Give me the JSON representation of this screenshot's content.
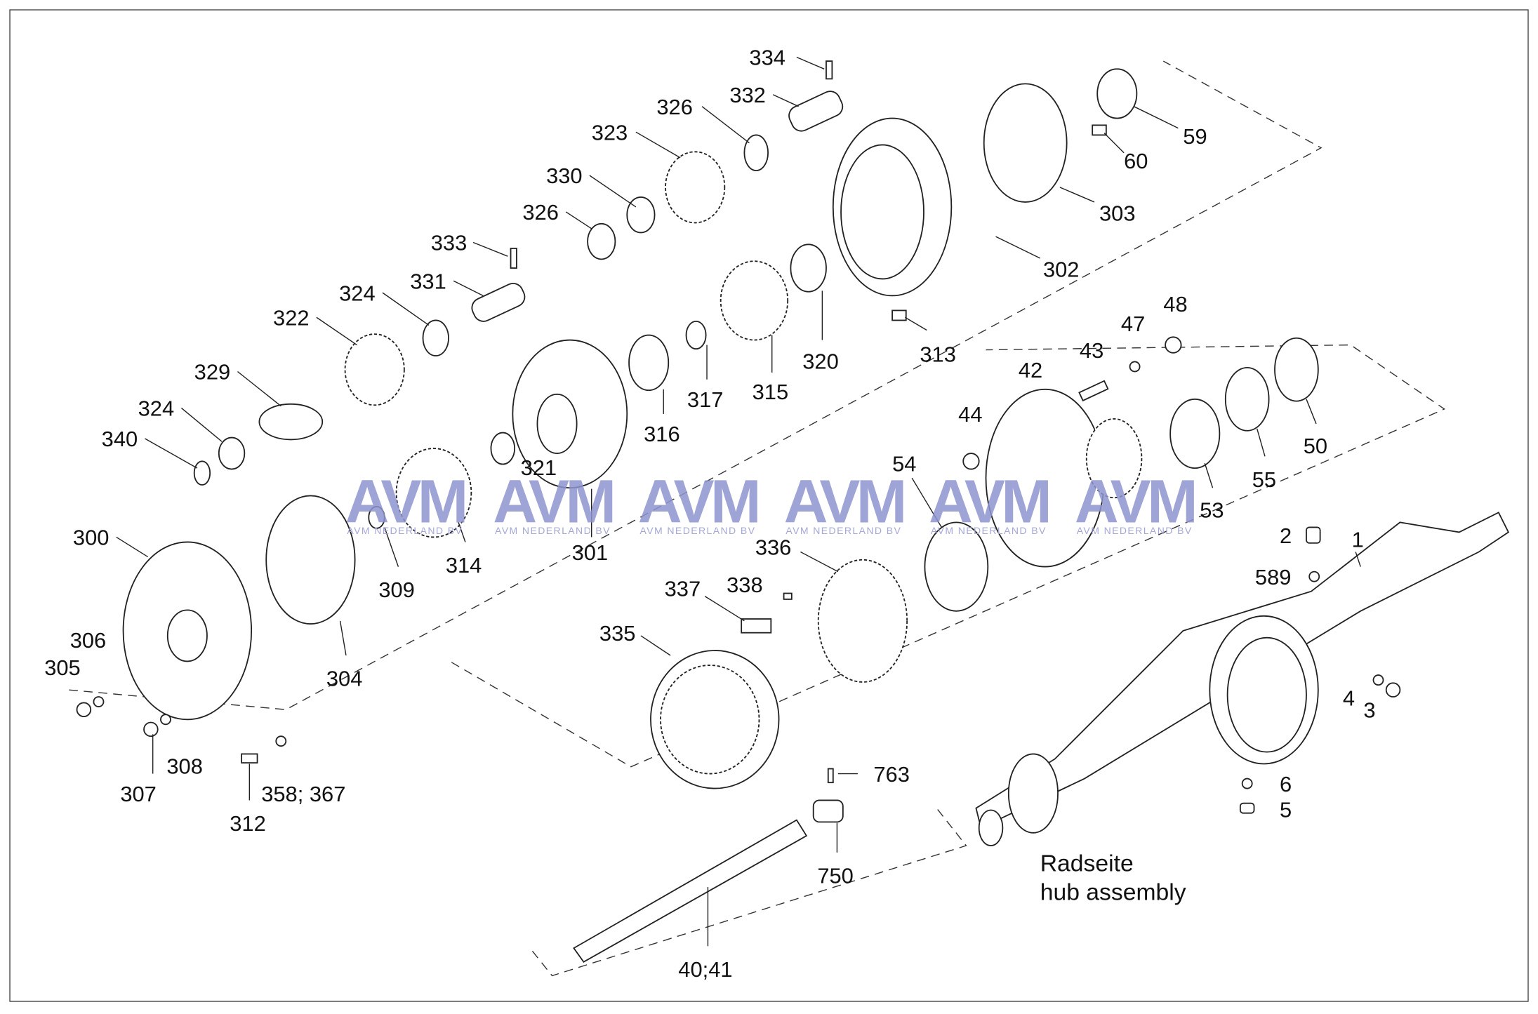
{
  "labels": [
    "334",
    "332",
    "326",
    "323",
    "330",
    "326",
    "333",
    "331",
    "324",
    "322",
    "329",
    "324",
    "340",
    "300",
    "306",
    "305",
    "307",
    "308",
    "312",
    "358; 367",
    "304",
    "309",
    "314",
    "321",
    "301",
    "316",
    "317",
    "315",
    "320",
    "313",
    "302",
    "303",
    "60",
    "59",
    "48",
    "47",
    "43",
    "42",
    "44",
    "50",
    "55",
    "53",
    "54",
    "336",
    "337",
    "338",
    "335",
    "763",
    "750",
    "40;41",
    "2",
    "1",
    "589",
    "4",
    "3",
    "6",
    "5"
  ],
  "caption": {
    "line1": "Radseite",
    "line2": "hub assembly"
  },
  "watermark": {
    "logo": "AVM",
    "subtitle": "AVM NEDERLAND BV"
  }
}
